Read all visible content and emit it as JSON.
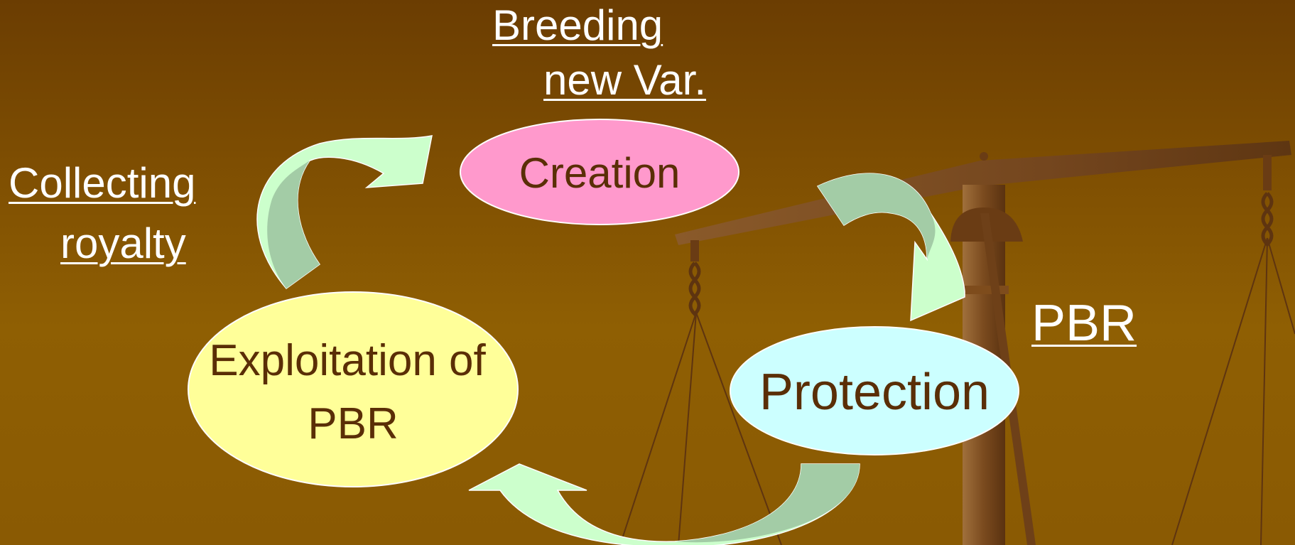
{
  "nodes": {
    "creation": "Creation",
    "protection": "Protection",
    "exploitation_line1": "Exploitation of",
    "exploitation_line2": "PBR"
  },
  "labels": {
    "breeding_line1": "Breeding",
    "breeding_line2": "new Var.",
    "collecting_line1": "Collecting",
    "collecting_line2": "royalty",
    "pbr": "PBR"
  },
  "colors": {
    "creation_fill": "#ff99cc",
    "protection_fill": "#ccffff",
    "exploitation_fill": "#ffff99",
    "arrow_light": "#ccffcc",
    "arrow_dark": "#a3cca6",
    "text_dark": "#5a2e06",
    "scale_wood": "#7a4a1e"
  }
}
